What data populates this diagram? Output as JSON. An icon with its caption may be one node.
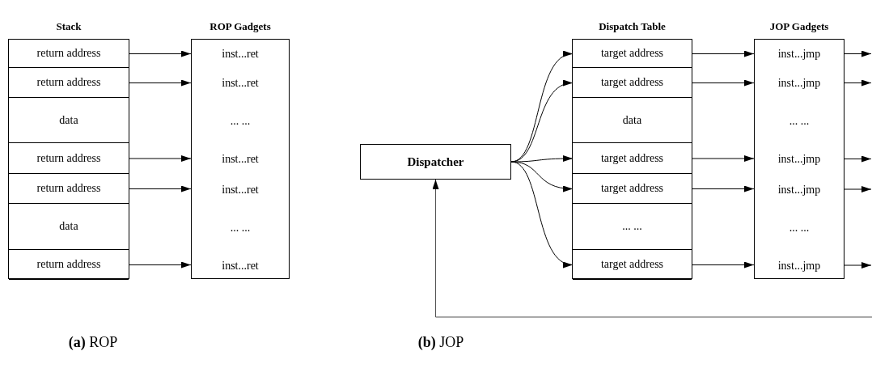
{
  "diagram": {
    "nodes": [
      {
        "text": [
          "Stack"
        ]
      },
      {
        "text": [
          "return address"
        ],
        "in": 0
      },
      {
        "text": [
          "return address"
        ],
        "in": 0
      },
      {
        "text": [
          "data"
        ],
        "in": 0
      },
      {
        "text": [
          "return address"
        ],
        "in": 0
      },
      {
        "text": [
          "return address"
        ],
        "in": 0
      },
      {
        "text": [
          "data"
        ],
        "in": 0
      },
      {
        "text": [
          "return address"
        ],
        "in": 0
      },
      {
        "text": [
          "ROP Gadgets",
          "inst...ret",
          "inst...ret",
          "... ...",
          "inst...ret",
          "inst...ret",
          "... ...",
          "inst...ret"
        ]
      },
      {
        "text": [
          "Dispatcher"
        ]
      },
      {
        "text": [
          "Dispatch Table"
        ]
      },
      {
        "text": [
          "target address"
        ],
        "in": 10
      },
      {
        "text": [
          "target address"
        ],
        "in": 10
      },
      {
        "text": [
          "data"
        ],
        "in": 10
      },
      {
        "text": [
          "target address"
        ],
        "in": 10
      },
      {
        "text": [
          "target address"
        ],
        "in": 10
      },
      {
        "text": [
          "... ..."
        ],
        "in": 10
      },
      {
        "text": [
          "target address"
        ],
        "in": 10
      },
      {
        "text": [
          "JOP Gadgets",
          "inst...jmp",
          "inst...jmp",
          "... ...",
          "inst...jmp",
          "inst...jmp",
          "... ...",
          "inst...jmp"
        ]
      }
    ],
    "edges": [
      {
        "from": 1,
        "to": 8,
        "arrow": "to"
      },
      {
        "from": 2,
        "to": 8,
        "arrow": "to"
      },
      {
        "from": 4,
        "to": 8,
        "arrow": "to"
      },
      {
        "from": 5,
        "to": 8,
        "arrow": "to"
      },
      {
        "from": 7,
        "to": 8,
        "arrow": "to"
      },
      {
        "from": 9,
        "to": 11,
        "arrow": "to"
      },
      {
        "from": 9,
        "to": 12,
        "arrow": "to"
      },
      {
        "from": 9,
        "to": 14,
        "arrow": "to"
      },
      {
        "from": 9,
        "to": 15,
        "arrow": "to"
      },
      {
        "from": 9,
        "to": 17,
        "arrow": "to"
      },
      {
        "from": 11,
        "to": 18,
        "arrow": "to"
      },
      {
        "from": 12,
        "to": 18,
        "arrow": "to"
      },
      {
        "from": 14,
        "to": 18,
        "arrow": "to"
      },
      {
        "from": 15,
        "to": 18,
        "arrow": "to"
      },
      {
        "from": 17,
        "to": 18,
        "arrow": "to"
      },
      {
        "from": 18,
        "to": null,
        "arrow": "to"
      },
      {
        "from": 18,
        "to": null,
        "arrow": "to"
      },
      {
        "from": 18,
        "to": null,
        "arrow": "to"
      },
      {
        "from": 18,
        "to": null,
        "arrow": "to"
      },
      {
        "from": 18,
        "to": null,
        "arrow": "to"
      },
      {
        "from": null,
        "to": 9,
        "arrow": "to"
      }
    ],
    "labels": [
      "**(a)** ROP",
      "**(b)** JOP"
    ]
  }
}
